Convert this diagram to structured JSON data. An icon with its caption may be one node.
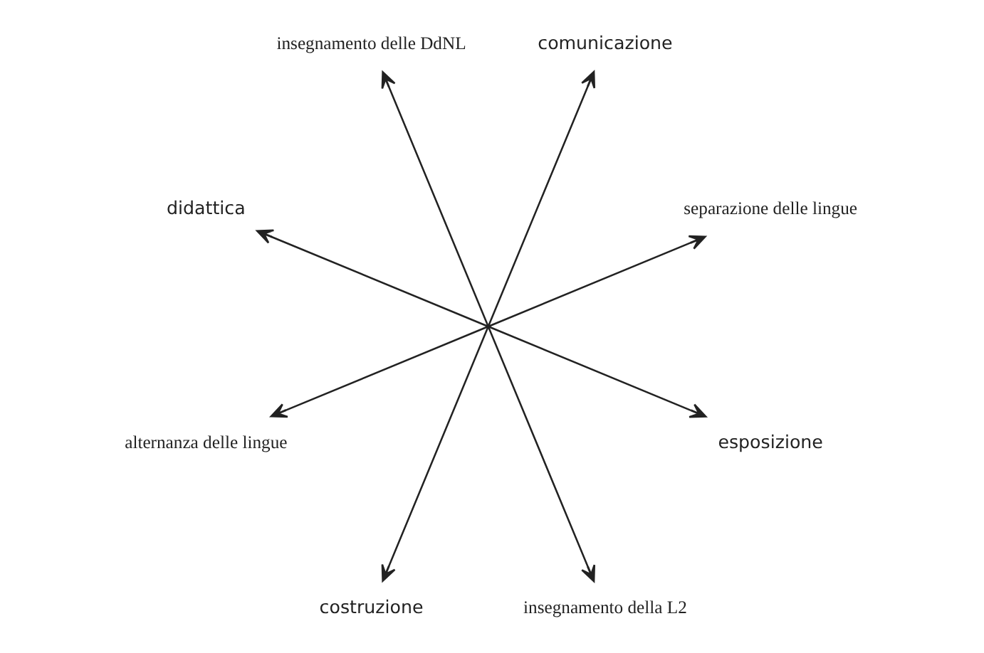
{
  "diagram": {
    "nodes": [
      {
        "text": [
          "separazione delle lingue"
        ]
      },
      {
        "text": [
          "esposizione"
        ]
      },
      {
        "text": [
          "comunicazione"
        ]
      },
      {
        "text": [
          "insegnamento della L2"
        ]
      },
      {
        "text": [
          "insegnamento delle DdNL"
        ]
      },
      {
        "text": [
          "costruzione"
        ]
      },
      {
        "text": [
          "didattica"
        ]
      },
      {
        "text": [
          "alternanza delle lingue"
        ]
      }
    ],
    "edges": [
      {
        "from": 0,
        "to": 7,
        "arrow": "both"
      },
      {
        "from": 1,
        "to": 6,
        "arrow": "both"
      },
      {
        "from": 2,
        "to": 5,
        "arrow": "both"
      },
      {
        "from": 3,
        "to": 4,
        "arrow": "both"
      }
    ]
  }
}
